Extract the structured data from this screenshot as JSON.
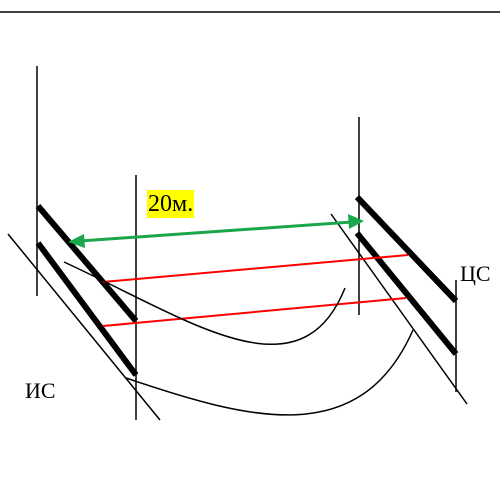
{
  "labels": {
    "distance": "20м.",
    "ic": "ИС",
    "cc": "ЦС"
  },
  "colors": {
    "line": "#000000",
    "distance_arrow": "#1aa64a",
    "red_line": "#ff0000",
    "highlight": "#ffff00"
  }
}
